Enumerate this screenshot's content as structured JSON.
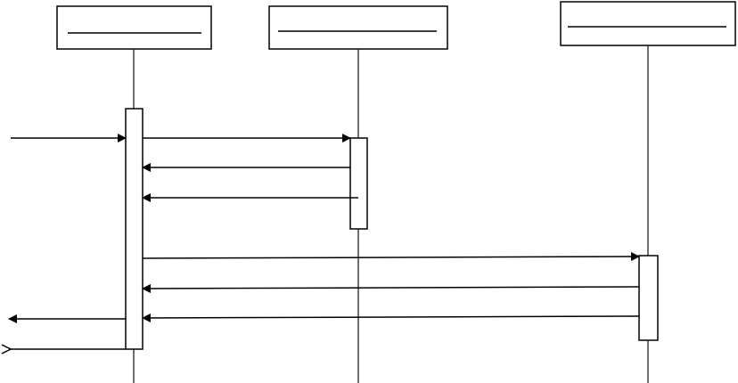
{
  "diagram": {
    "type": "sequence-diagram",
    "participants": [
      {
        "id": "p1",
        "name": "",
        "label_visible": false
      },
      {
        "id": "p2",
        "name": "",
        "label_visible": false
      },
      {
        "id": "p3",
        "name": "",
        "label_visible": false
      }
    ],
    "messages": [
      {
        "from": "external-left",
        "to": "p1",
        "kind": "call",
        "label": ""
      },
      {
        "from": "p1",
        "to": "p2",
        "kind": "call",
        "label": ""
      },
      {
        "from": "p2",
        "to": "p1",
        "kind": "return",
        "label": ""
      },
      {
        "from": "p2",
        "to": "p1",
        "kind": "return",
        "label": ""
      },
      {
        "from": "p1",
        "to": "p3",
        "kind": "call",
        "label": ""
      },
      {
        "from": "p3",
        "to": "p1",
        "kind": "return",
        "label": ""
      },
      {
        "from": "p3",
        "to": "p1",
        "kind": "return",
        "label": ""
      },
      {
        "from": "p1",
        "to": "external-left",
        "kind": "return",
        "label": ""
      },
      {
        "from": "p1",
        "to": "external-left",
        "kind": "return-open",
        "label": ""
      }
    ],
    "colors": {
      "stroke": "#000000",
      "box_fill": "#ffffff",
      "lifeline": "#222222",
      "background": "#ffffff"
    }
  }
}
